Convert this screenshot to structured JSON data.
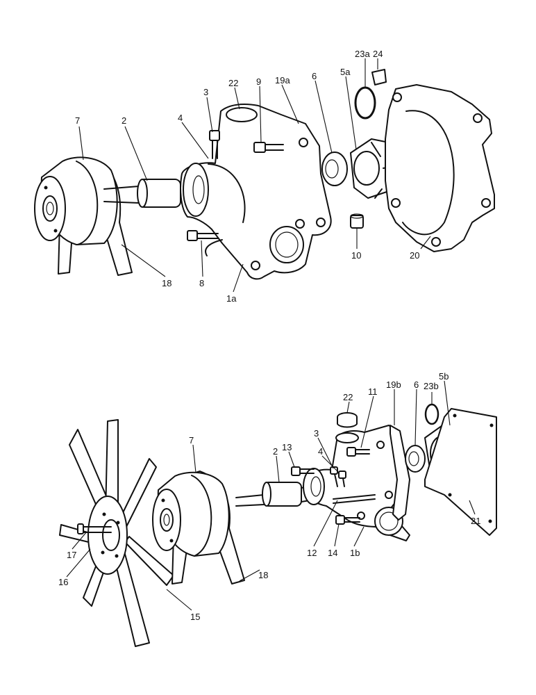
{
  "upper_assembly": {
    "labels": [
      "23a",
      "24",
      "22",
      "9",
      "19a",
      "6",
      "5a",
      "3",
      "7",
      "2",
      "4",
      "10",
      "20",
      "18",
      "8",
      "1a"
    ]
  },
  "lower_assembly": {
    "labels": [
      "22",
      "11",
      "19b",
      "6",
      "23b",
      "5b",
      "13",
      "3",
      "4",
      "7",
      "2",
      "12",
      "14",
      "1b",
      "21",
      "17",
      "16",
      "18",
      "15"
    ]
  }
}
